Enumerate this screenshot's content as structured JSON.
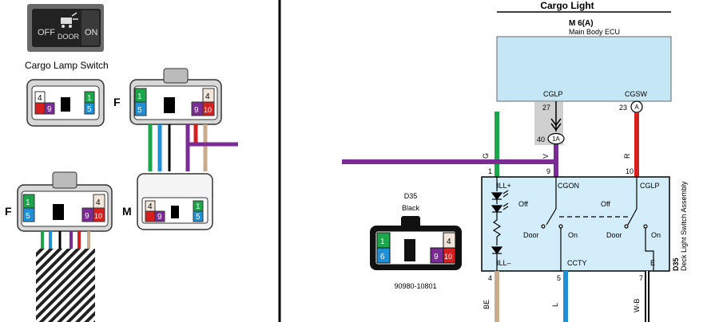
{
  "switch_photo": {
    "off": "OFF",
    "door": "DOOR",
    "on": "ON"
  },
  "left_panel": {
    "cargo_lamp_switch_label": "Cargo Lamp Switch",
    "connector_f_label": "F",
    "connector_m_label": "M",
    "connector_f2_label": "F",
    "pins_small": [
      "4",
      "9",
      "1",
      "5"
    ],
    "pins_large": [
      "1",
      "5",
      "4",
      "9",
      "10"
    ]
  },
  "diagram": {
    "title": "Cargo Light",
    "ecu_connector": "M 6(A)",
    "ecu_name": "Main Body ECU",
    "cglp": "CGLP",
    "cgsw": "CGSW",
    "pin_27": "27",
    "pin_23": "23",
    "terminal_a": "A",
    "pin_40": "40",
    "junction_1a": "1A",
    "wire_g": "G",
    "wire_v": "V",
    "wire_r": "R",
    "pin_1": "1",
    "pin_9": "9",
    "pin_10": "10",
    "ill_plus": "ILL+",
    "cgon": "CGON",
    "cglp_switch": "CGLP",
    "off_left": "Off",
    "off_right": "Off",
    "door_left": "Door",
    "on_left": "On",
    "door_right": "Door",
    "on_right": "On",
    "ill_minus": "ILL–",
    "ccty": "CCTY",
    "e_term": "E",
    "pin_4": "4",
    "pin_5": "5",
    "pin_7": "7",
    "wire_be": "BE",
    "wire_l": "L",
    "wire_wb": "W-B",
    "d35_label": "D35",
    "d35_color": "Black",
    "part_number": "90980-10801",
    "conn_pins": [
      "1",
      "6",
      "4",
      "9",
      "10"
    ],
    "side_d35": "D35",
    "side_name": "Deck Light Switch Assembly"
  },
  "colors": {
    "green": "#1aa64a",
    "blue": "#1f8fd6",
    "purple": "#7a2b94",
    "red": "#d62020",
    "tan": "#c9ab8e",
    "ecu_fill": "#c5e7f5",
    "switch_fill": "#d3eefa"
  }
}
